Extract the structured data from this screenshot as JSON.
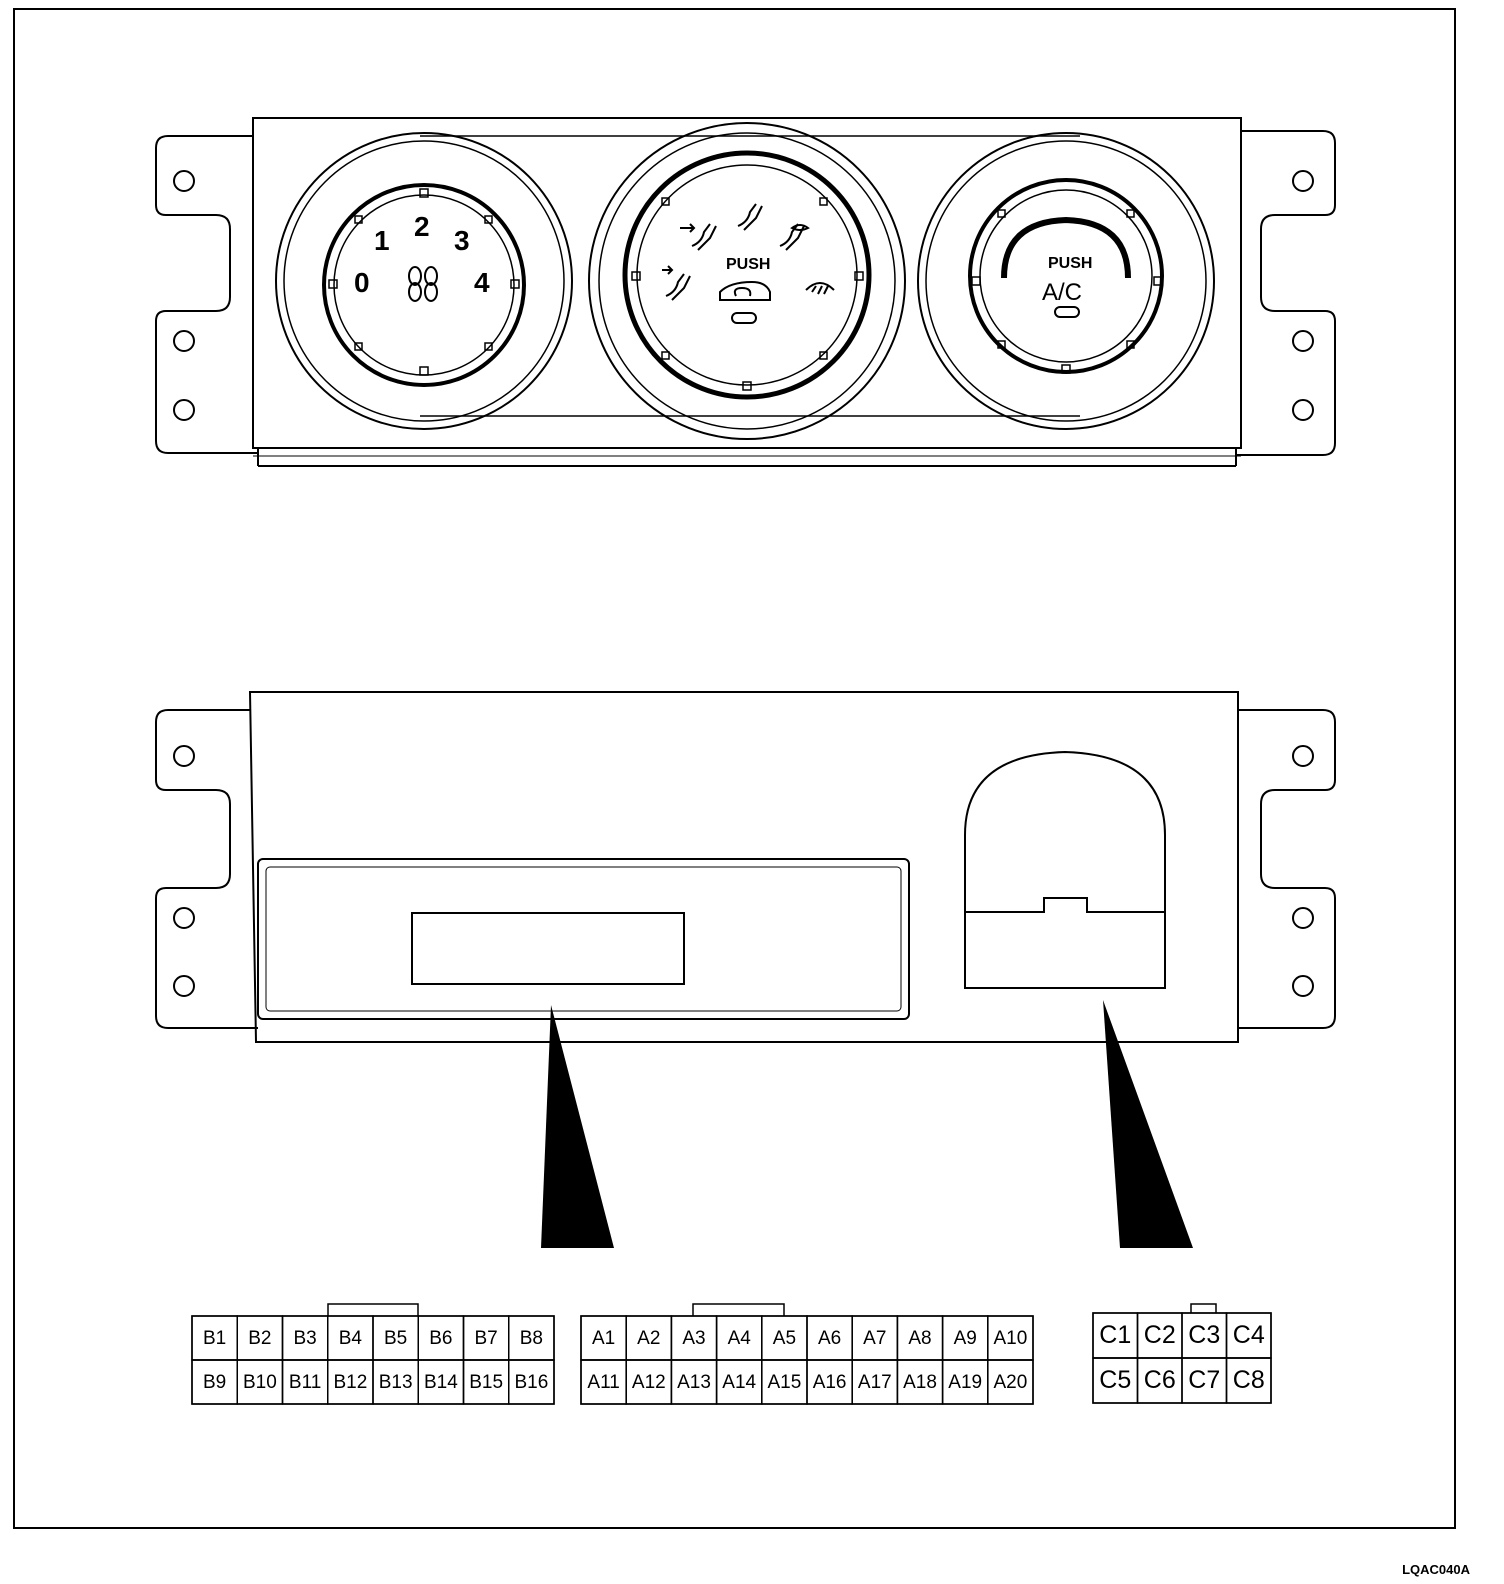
{
  "front_panel": {
    "fan_knob": {
      "speed_labels": [
        "0",
        "1",
        "2",
        "3",
        "4"
      ],
      "icon": "fan-icon"
    },
    "mode_knob": {
      "push_label": "PUSH",
      "icons": [
        "vent-face-icon",
        "vent-bilevel-icon",
        "vent-floor-icon",
        "vent-floor-defrost-icon",
        "defrost-icon",
        "recirculation-icon"
      ]
    },
    "ac_knob": {
      "push_label": "PUSH",
      "ac_label": "A/C"
    }
  },
  "connectors": {
    "b": {
      "row1": [
        "B1",
        "B2",
        "B3",
        "B4",
        "B5",
        "B6",
        "B7",
        "B8"
      ],
      "row2": [
        "B9",
        "B10",
        "B11",
        "B12",
        "B13",
        "B14",
        "B15",
        "B16"
      ]
    },
    "a": {
      "row1": [
        "A1",
        "A2",
        "A3",
        "A4",
        "A5",
        "A6",
        "A7",
        "A8",
        "A9",
        "A10"
      ],
      "row2": [
        "A11",
        "A12",
        "A13",
        "A14",
        "A15",
        "A16",
        "A17",
        "A18",
        "A19",
        "A20"
      ]
    },
    "c": {
      "row1": [
        "C1",
        "C2",
        "C3",
        "C4"
      ],
      "row2": [
        "C5",
        "C6",
        "C7",
        "C8"
      ]
    }
  },
  "figure_code": "LQAC040A"
}
